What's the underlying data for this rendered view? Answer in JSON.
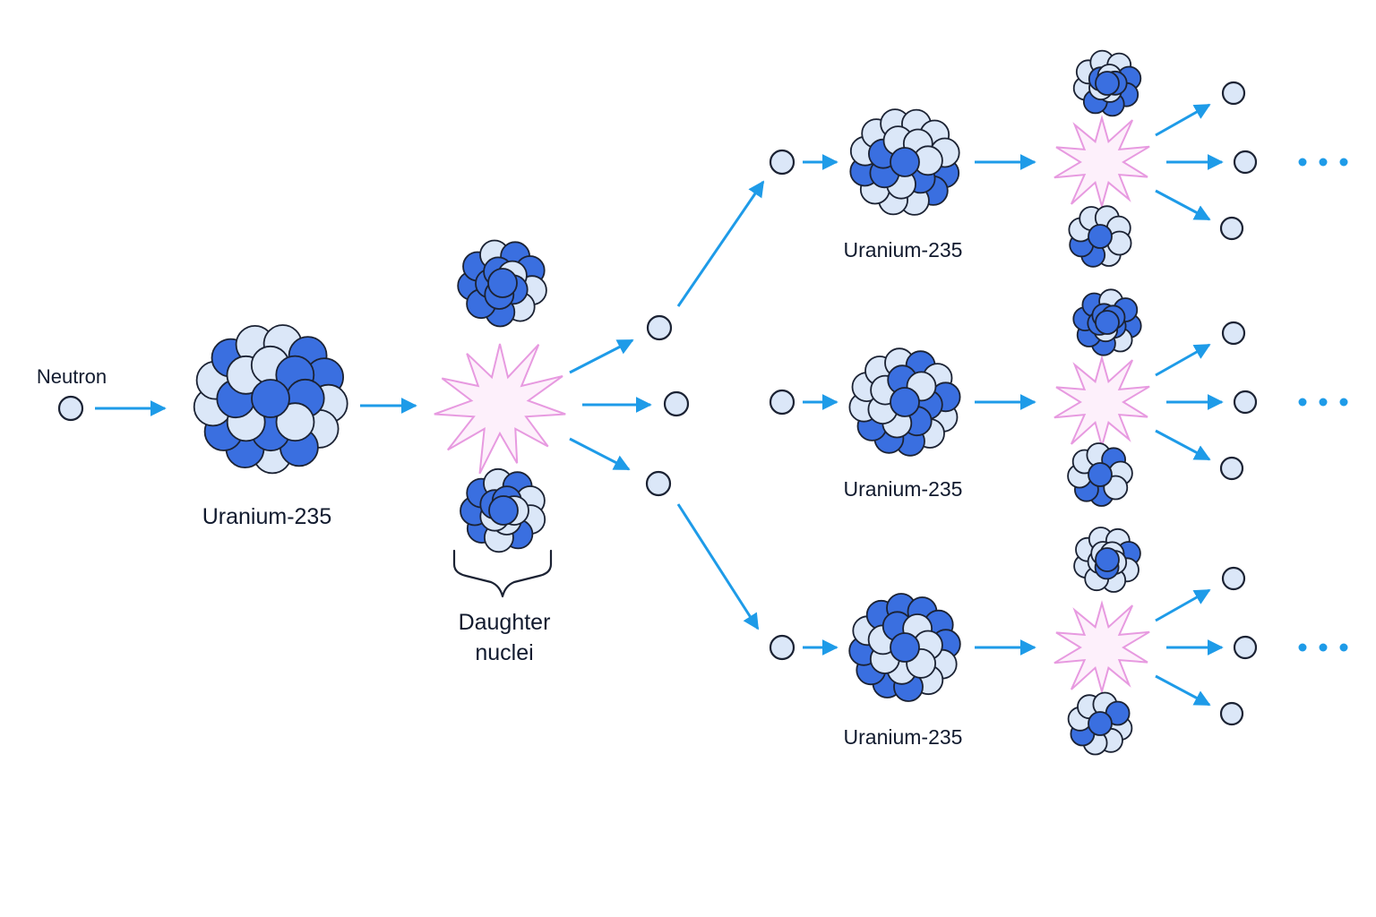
{
  "labels": {
    "neutron": "Neutron",
    "uranium_main": "Uranium-235",
    "daughter_line1": "Daughter",
    "daughter_line2": "nuclei",
    "uranium_gen2": [
      "Uranium-235",
      "Uranium-235",
      "Uranium-235"
    ]
  },
  "continuation": "...",
  "colors": {
    "arrow": "#1e9be8",
    "proton": "#3a6fe0",
    "neutron_fill": "#dbe7f8",
    "outline": "#1b2233",
    "burst_fill": "#fdf0fb",
    "burst_stroke": "#e79ae0",
    "text": "#111a2e"
  }
}
